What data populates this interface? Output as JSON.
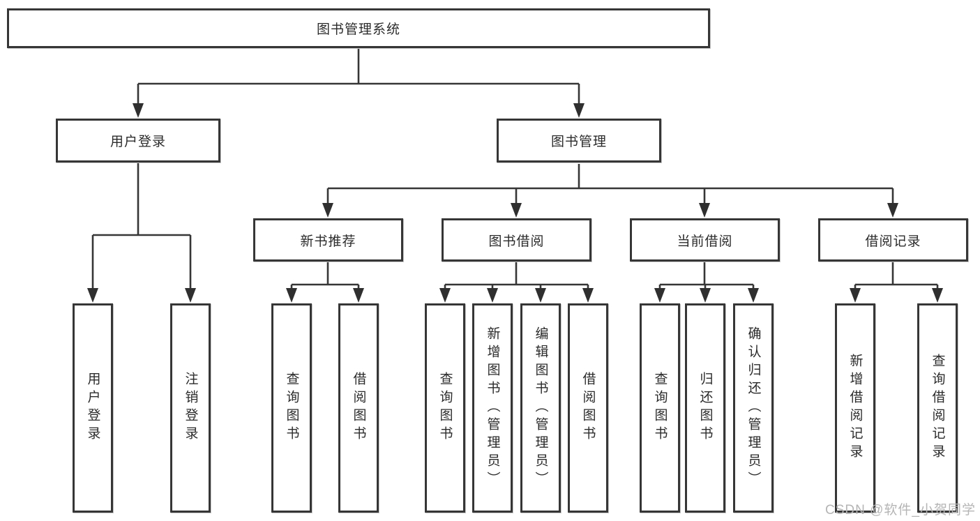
{
  "diagram": {
    "root": {
      "label": "图书管理系统"
    },
    "level2": [
      "用户登录",
      "图书管理"
    ],
    "level3": [
      "新书推荐",
      "图书借阅",
      "当前借阅",
      "借阅记录"
    ],
    "leaves": [
      "用户登录",
      "注销登录",
      "查询图书",
      "借阅图书",
      "查询图书",
      "新增图书（管理员）",
      "编辑图书（管理员）",
      "借阅图书",
      "查询图书",
      "归还图书",
      "确认归还（管理员）",
      "新增借阅记录",
      "查询借阅记录"
    ],
    "colors": {
      "line": "#363636",
      "text": "#2b2b2b",
      "box_background": "#ffffff",
      "watermark": "#b5b5b5"
    },
    "watermark": "CSDN @软件_小贺同学"
  }
}
